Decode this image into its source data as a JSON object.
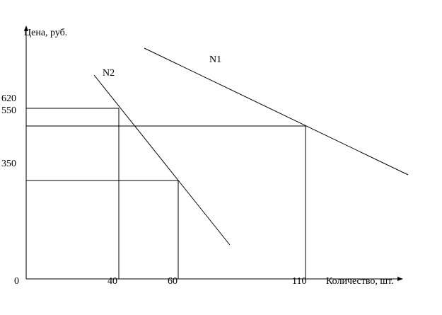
{
  "y_axis_label": "Цена, руб.",
  "x_axis_label": "Количество, шт.",
  "origin_label": "0",
  "y_ticks": [
    "620",
    "550",
    "350"
  ],
  "x_ticks": [
    "40",
    "60",
    "110"
  ],
  "curves": {
    "n1": "N1",
    "n2": "N2"
  }
}
